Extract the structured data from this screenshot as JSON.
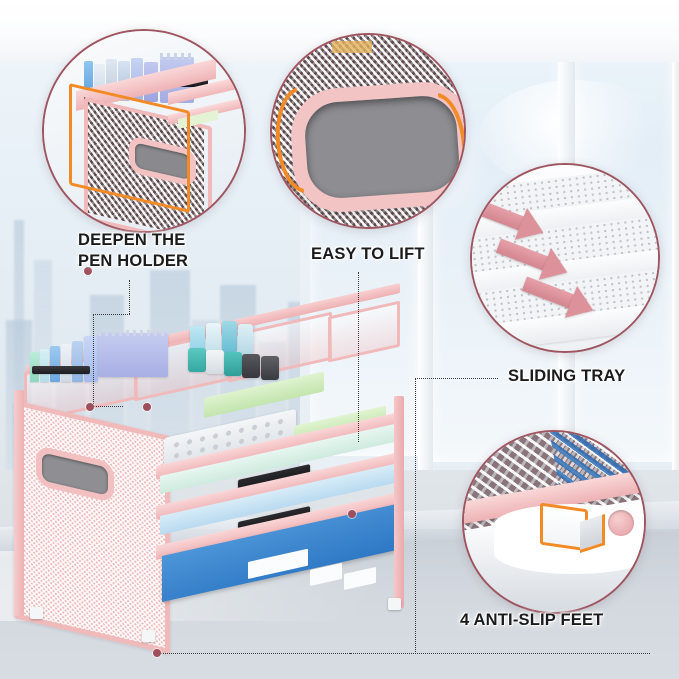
{
  "product": {
    "name": "Pink mesh desk file organizer",
    "body_color": "#f0b9ba",
    "accent_color": "#f28b25",
    "callout_ring_color": "#9e5560",
    "marker_dot_color": "#9e4f5c"
  },
  "callouts": [
    {
      "id": "deepen-pen-holder",
      "label": "DEEPEN THE\nPEN HOLDER",
      "highlight_shape": "rectangle",
      "highlight_color": "#f28b25"
    },
    {
      "id": "easy-to-lift",
      "label": "EASY TO LIFT",
      "highlight_shape": "arc",
      "highlight_color": "#f28b25"
    },
    {
      "id": "sliding-tray",
      "label": "SLIDING TRAY",
      "highlight_shape": "arrows",
      "highlight_color": "#dd919a",
      "arrow_count": 3
    },
    {
      "id": "anti-slip-feet",
      "label": "4 ANTI-SLIP FEET",
      "highlight_shape": "outline",
      "highlight_color": "#f28b25"
    }
  ],
  "scene": {
    "background": "blurred city skyline through office windows",
    "desk_surface": "light grey desk"
  }
}
